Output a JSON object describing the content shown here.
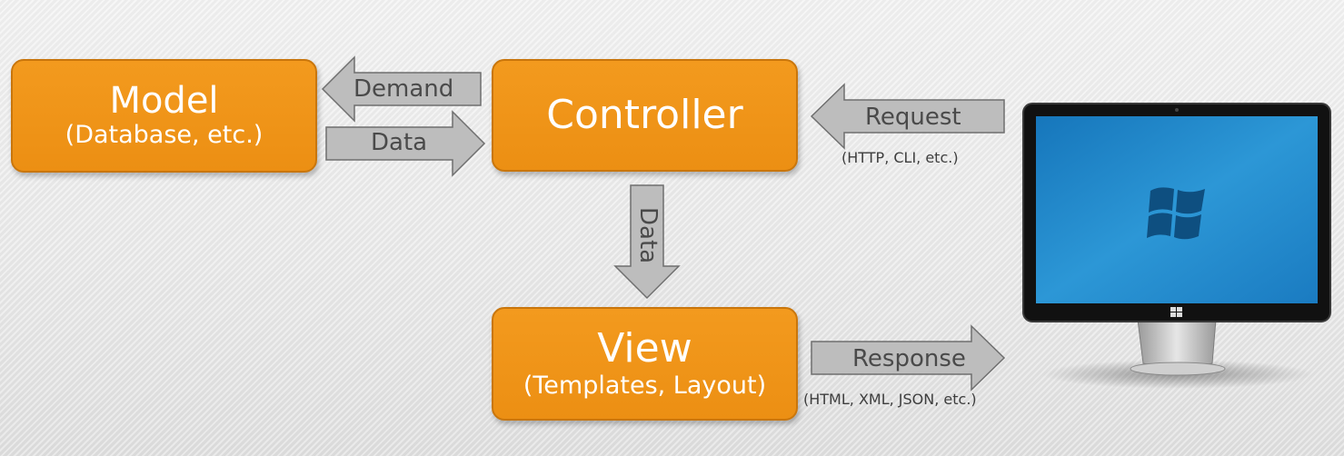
{
  "nodes": {
    "model": {
      "title": "Model",
      "subtitle": "(Database, etc.)"
    },
    "controller": {
      "title": "Controller"
    },
    "view": {
      "title": "View",
      "subtitle": "(Templates, Layout)"
    },
    "client": {
      "icon": "monitor-icon",
      "logo": "windows-logo-icon"
    }
  },
  "edges": {
    "demand": {
      "label": "Demand"
    },
    "data_to_controller": {
      "label": "Data"
    },
    "data_to_view": {
      "label": "Data"
    },
    "request": {
      "label": "Request",
      "note": "(HTTP, CLI, etc.)"
    },
    "response": {
      "label": "Response",
      "note": "(HTML, XML, JSON, etc.)"
    }
  },
  "colors": {
    "box_fill": "#ee9217",
    "box_border": "#c9760c",
    "arrow_fill": "#bdbdbd",
    "arrow_stroke": "#6f6f6f",
    "screen": "#1e86c8"
  }
}
